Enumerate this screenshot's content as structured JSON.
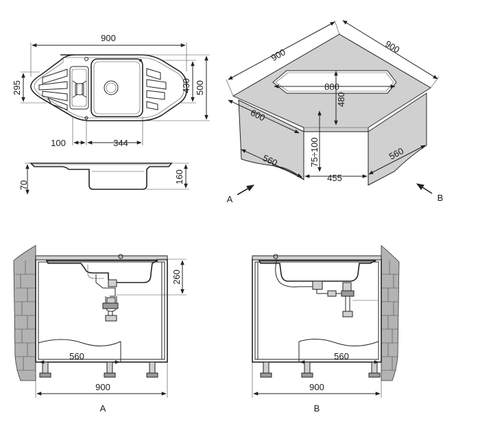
{
  "top_view": {
    "width_label": "900",
    "depth_left_label": "295",
    "depth_mid_label": "430",
    "depth_total_label": "500",
    "offset_label": "100",
    "bowl_width_label": "344"
  },
  "side_view": {
    "rim_label": "70",
    "height_label": "160"
  },
  "iso_view": {
    "left_width_label": "900",
    "right_width_label": "900",
    "inner_width_label": "880",
    "inner_depth_label": "480",
    "cabinet_depth_label": "600",
    "gap_label": "75÷100",
    "left_base_label": "560",
    "right_base_label": "560",
    "front_label": "455",
    "arrow_a_label": "A",
    "arrow_b_label": "B"
  },
  "elevation_a": {
    "height_label": "260",
    "base_label": "560",
    "width_label": "900",
    "caption": "A"
  },
  "elevation_b": {
    "base_label": "560",
    "width_label": "900",
    "caption": "B"
  },
  "colors": {
    "line": "#222222",
    "fill_light": "#d0d0d0",
    "fill_dark": "#9a9a9a",
    "brick": "#b3b3b3"
  }
}
